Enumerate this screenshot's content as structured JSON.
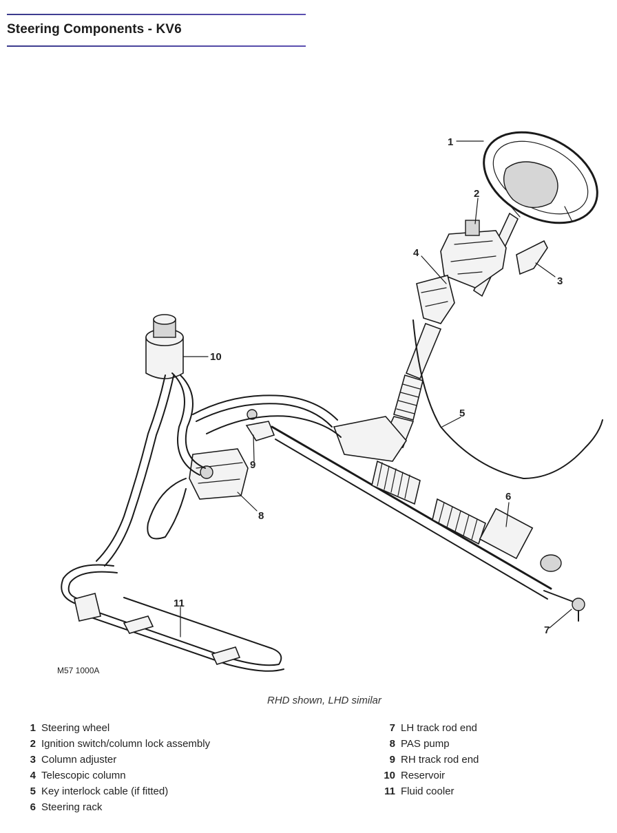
{
  "header": {
    "title": "Steering Components - KV6"
  },
  "diagram": {
    "ref_code": "M57 1000A",
    "callouts": [
      {
        "num": "1"
      },
      {
        "num": "2"
      },
      {
        "num": "3"
      },
      {
        "num": "4"
      },
      {
        "num": "5"
      },
      {
        "num": "6"
      },
      {
        "num": "7"
      },
      {
        "num": "8"
      },
      {
        "num": "9"
      },
      {
        "num": "10"
      },
      {
        "num": "11"
      }
    ],
    "caption": "RHD shown, LHD similar"
  },
  "legend": {
    "left": [
      {
        "num": "1",
        "label": "Steering wheel"
      },
      {
        "num": "2",
        "label": "Ignition switch/column lock assembly"
      },
      {
        "num": "3",
        "label": "Column adjuster"
      },
      {
        "num": "4",
        "label": "Telescopic column"
      },
      {
        "num": "5",
        "label": "Key interlock cable (if fitted)"
      },
      {
        "num": "6",
        "label": "Steering rack"
      }
    ],
    "right": [
      {
        "num": "7",
        "label": "LH track rod end"
      },
      {
        "num": "8",
        "label": "PAS pump"
      },
      {
        "num": "9",
        "label": "RH track rod end"
      },
      {
        "num": "10",
        "label": "Reservoir"
      },
      {
        "num": "11",
        "label": "Fluid cooler"
      }
    ]
  }
}
